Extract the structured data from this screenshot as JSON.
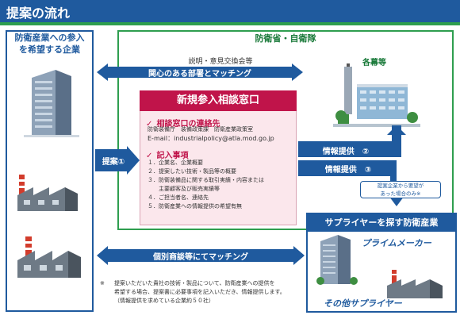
{
  "header": {
    "title": "提案の流れ"
  },
  "left_box": {
    "title_line1": "防衛産業への参入",
    "title_line2": "を希望する企業"
  },
  "mod_box": {
    "title": "防衛省・自衛隊",
    "bureaus_label": "各幕等"
  },
  "arrows": {
    "top_small": "説明・意見交換会等",
    "top": "関心のある部署とマッチング",
    "proposal": "提案",
    "proposal_num": "①",
    "info2": "情報提供",
    "info2_num": "②",
    "info3": "情報提供",
    "info3_num": "③",
    "bottom": "個別商談等にてマッチング"
  },
  "consult_window": {
    "title": "新規参入相談窓口",
    "contact_heading": "相談窓口の連絡先",
    "contact_line1": "防衛装備庁　装備政策課　防衛産業政策室",
    "contact_email_label": "E-mail：",
    "contact_email": "industrialpolicy@atla.mod.go.jp",
    "items_heading": "記入事項",
    "items": [
      "１．企業名、企業概要",
      "２．提案したい技術・製品等の概要",
      "３．防衛装備品に関する取引実績・内容または",
      "　　主要顧客及び販売実績等",
      "４．ご担当者名、連絡先",
      "５．防衛産業への情報提供の希望有無"
    ]
  },
  "callout": {
    "line1": "提案企業から要望が",
    "line2": "あった場合のみ※"
  },
  "supplier_box": {
    "title": "サプライヤーを探す防衛産業",
    "prime": "プライムメーカー",
    "other": "その他サプライヤー"
  },
  "footnote": {
    "mark": "※",
    "line1": "提案いただいた貴社の技術・製品について、防衛産業への提供を",
    "line2": "希望する場合、提案書に必要事項を記入いただき、情報提供します。",
    "line3": "（情報提供を求めている企業約５０社）"
  },
  "colors": {
    "navy": "#1f5a9e",
    "green": "#2e9e4f",
    "crimson": "#c0144a",
    "pink_bg": "#fbe7ec"
  }
}
